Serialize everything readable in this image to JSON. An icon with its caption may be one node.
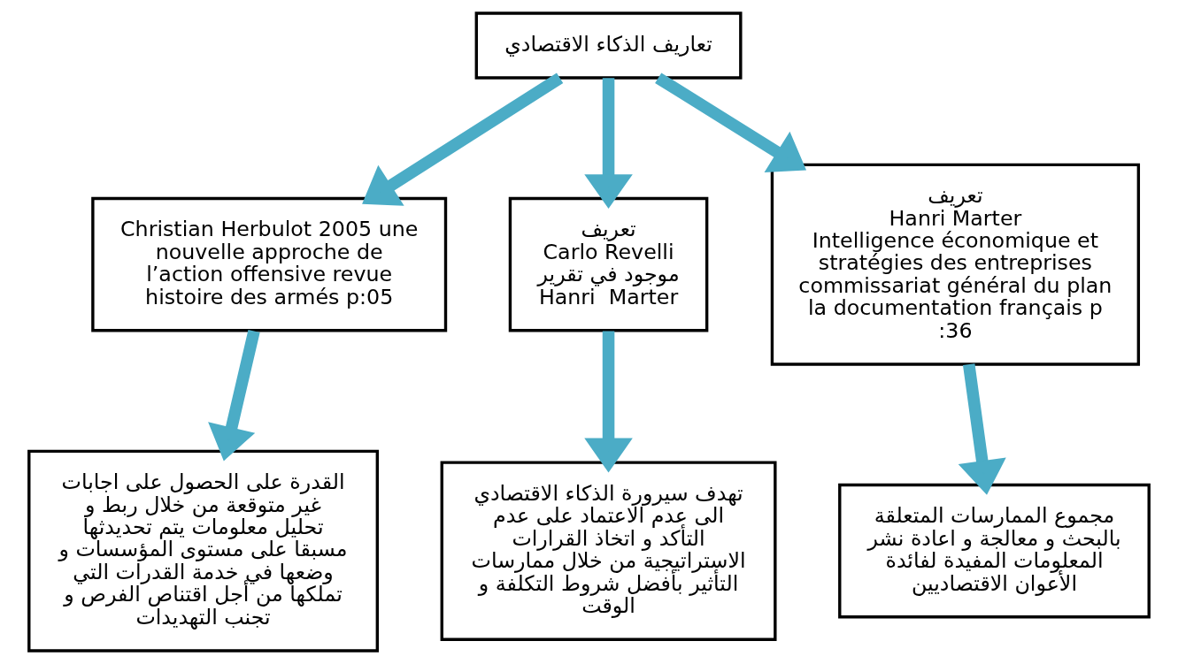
{
  "diagram": {
    "nodes": [
      {
        "text": [
          "تعاريف الذكاء الاقتصادي"
        ]
      },
      {
        "text": [
          "Christian Herbulot 2005 une nouvelle approche de l’action offensive revue histoire des armés p:05"
        ]
      },
      {
        "text": [
          "تعريف",
          "Carlo Revelli",
          "موجود في تقرير",
          "Hanri  Marter"
        ]
      },
      {
        "text": [
          "تعريف",
          "Hanri Marter",
          "Intelligence économique et stratégies des entreprises commissariat général du plan la documentation français p :36"
        ]
      },
      {
        "text": [
          "القدرة على الحصول على اجابات غير متوقعة من خلال ربط و تحليل معلومات يتم تحديدثها مسبقا على مستوى المؤسسات و وضعها في خدمة القدرات التي تملكها من أجل اقتناص الفرص و تجنب التهديدات"
        ]
      },
      {
        "text": [
          "تهدف سيرورة الذكاء الاقتصادي الى عدم الاعتماد على عدم التأكد و اتخاذ القرارات الاستراتيجية من خلال ممارسات التأثير بأفضل شروط التكلفة و الوقت"
        ]
      },
      {
        "text": [
          "مجموع الممارسات المتعلقة بالبحث و معالجة و اعادة نشر المعلومات المفيدة لفائدة الأعوان الاقتصاديين"
        ]
      }
    ],
    "edges": [
      {
        "from": 0,
        "to": 1,
        "arrow": "to"
      },
      {
        "from": 0,
        "to": 2,
        "arrow": "to"
      },
      {
        "from": 0,
        "to": 3,
        "arrow": "to"
      },
      {
        "from": 1,
        "to": 4,
        "arrow": "to"
      },
      {
        "from": 2,
        "to": 5,
        "arrow": "to"
      },
      {
        "from": 3,
        "to": 6,
        "arrow": "to"
      }
    ]
  }
}
